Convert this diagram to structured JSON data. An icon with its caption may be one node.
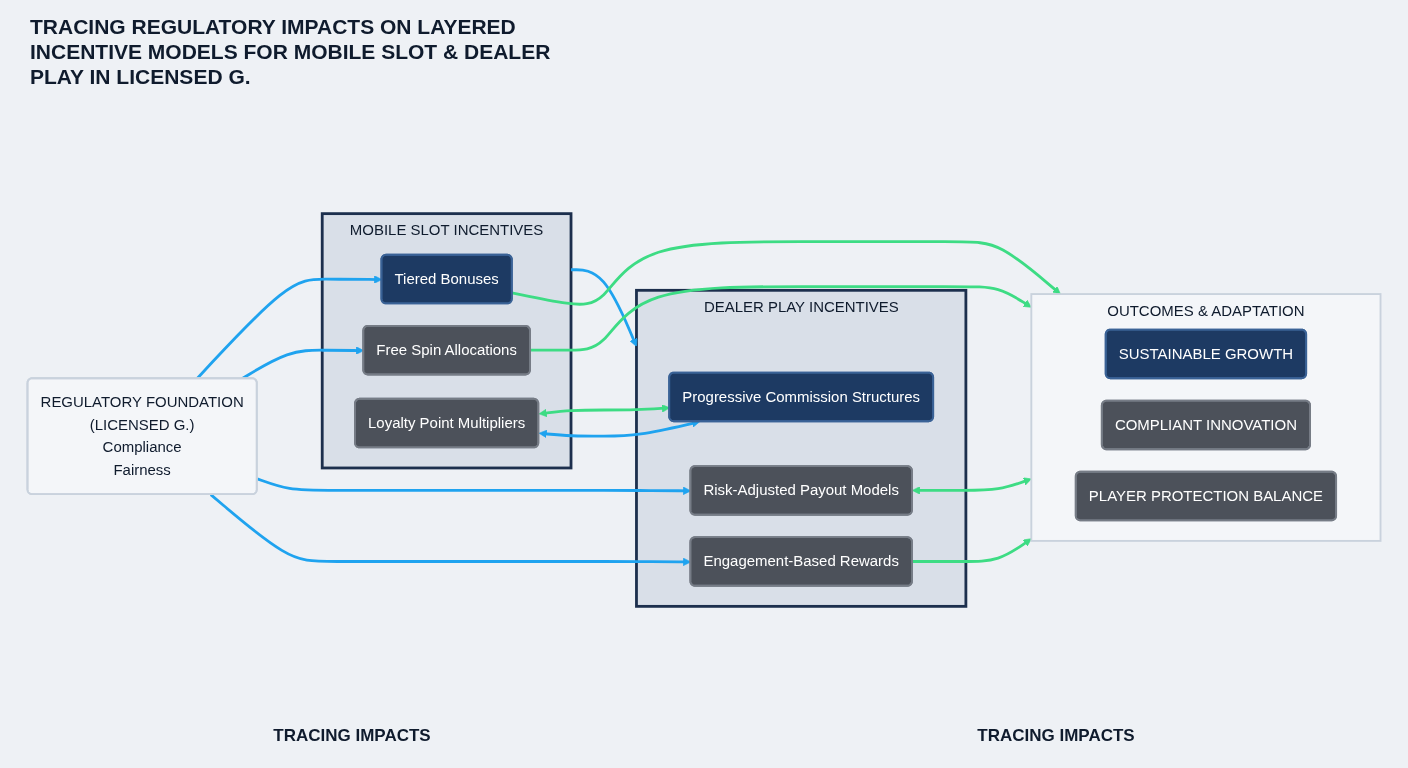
{
  "diagram": {
    "title": "TRACING REGULATORY IMPACTS ON LAYERED INCENTIVE MODELS FOR MOBILE SLOT & DEALER PLAY IN LICENSED G.",
    "nodes": [
      {
        "text": [
          "REGULATORY FOUNDATION",
          "(LICENSED G.)",
          "Compliance",
          "Fairness"
        ]
      },
      {
        "text": [
          "MOBILE SLOT INCENTIVES"
        ]
      },
      {
        "text": [
          "Tiered Bonuses"
        ],
        "in": 1
      },
      {
        "text": [
          "Free Spin Allocations"
        ],
        "in": 1
      },
      {
        "text": [
          "Loyalty Point Multipliers"
        ],
        "in": 1
      },
      {
        "text": [
          "DEALER PLAY INCENTIVES"
        ]
      },
      {
        "text": [
          "Progressive Commission Structures"
        ],
        "in": 5
      },
      {
        "text": [
          "Risk-Adjusted Payout Models"
        ],
        "in": 5
      },
      {
        "text": [
          "Engagement-Based Rewards"
        ],
        "in": 5
      },
      {
        "text": [
          "OUTCOMES & ADAPTATION"
        ]
      },
      {
        "text": [
          "SUSTAINABLE GROWTH"
        ],
        "in": 9
      },
      {
        "text": [
          "COMPLIANT INNOVATION"
        ],
        "in": 9
      },
      {
        "text": [
          "PLAYER PROTECTION BALANCE"
        ],
        "in": 9
      }
    ],
    "edges": [
      {
        "from": 0,
        "to": 2,
        "arrow": "to"
      },
      {
        "from": 0,
        "to": 3,
        "arrow": "to"
      },
      {
        "from": 0,
        "to": 7,
        "arrow": "to"
      },
      {
        "from": 0,
        "to": 8,
        "arrow": "to"
      },
      {
        "from": 4,
        "to": 6,
        "arrow": "both",
        "color": "#3ddc84"
      },
      {
        "from": 4,
        "to": 6,
        "arrow": "both"
      },
      {
        "from": 1,
        "to": 5,
        "arrow": "to"
      },
      {
        "from": 2,
        "to": 9,
        "arrow": "to",
        "color": "#3ddc84"
      },
      {
        "from": 3,
        "to": 9,
        "arrow": "to",
        "color": "#3ddc84"
      },
      {
        "from": 8,
        "to": 9,
        "arrow": "to",
        "color": "#3ddc84"
      },
      {
        "from": 7,
        "to": 9,
        "arrow": "both",
        "color": "#3ddc84"
      }
    ],
    "labels": [
      "TRACING IMPACTS",
      "TRACING IMPACTS"
    ]
  }
}
